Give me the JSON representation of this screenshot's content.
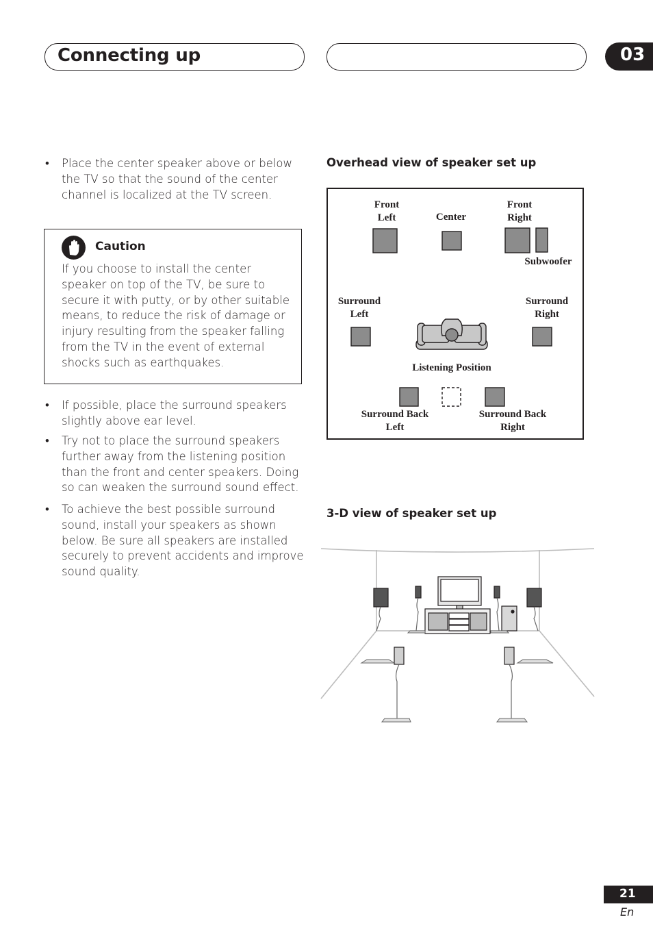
{
  "header": {
    "title": "Connecting up",
    "chapter": "03"
  },
  "bullets_top": [
    "Place the center speaker above or below the TV so that the sound of the center channel is localized at the TV screen."
  ],
  "caution": {
    "icon": "hand-stop-icon",
    "title": "Caution",
    "text": "If you choose to install the center speaker on top of the TV, be sure to secure it with putty, or by other suitable means, to reduce the risk of damage or injury resulting from the speaker falling from the TV in the event of external shocks such as earthquakes."
  },
  "bullets_bottom": [
    "If possible, place the surround speakers slightly above ear level.",
    "Try not to place the surround speakers further away from the listening position than the front and center speakers. Doing so can weaken the surround sound effect.",
    "To achieve the best possible surround sound, install your speakers as shown below. Be sure all speakers are installed securely to prevent accidents and improve sound quality."
  ],
  "overhead": {
    "heading": "Overhead view of speaker set up",
    "labels": {
      "front_left": "Front\nLeft",
      "center": "Center",
      "front_right": "Front\nRight",
      "subwoofer": "Subwoofer",
      "surround_left": "Surround\nLeft",
      "surround_right": "Surround\nRight",
      "listening_position": "Listening Position",
      "surround_back_left": "Surround Back\nLeft",
      "surround_back_right": "Surround Back\nRight"
    }
  },
  "view3d": {
    "heading": "3-D view of speaker set up"
  },
  "footer": {
    "page": "21",
    "lang": "En"
  },
  "colors": {
    "ink": "#231f20",
    "speaker_fill": "#8c8c8c",
    "floor_line": "#bcbcbc"
  }
}
